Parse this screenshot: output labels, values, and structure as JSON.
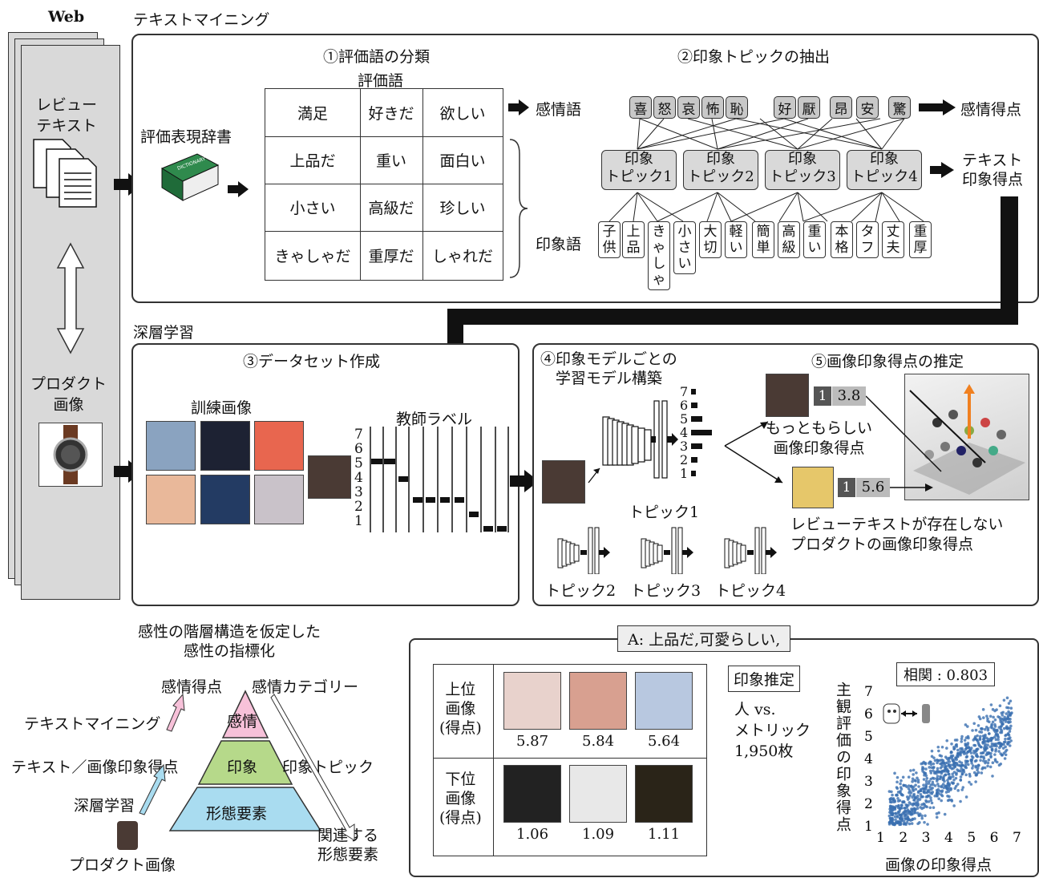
{
  "labels": {
    "web": "Web",
    "text_mining": "テキストマイニング",
    "deep_learning": "深層学習",
    "review_text": "レビュー\nテキスト",
    "product_image": "プロダクト\n画像",
    "dict": "評価表現辞書"
  },
  "step1": {
    "title": "①評価語の分類",
    "sub": "評価語",
    "rows": [
      [
        "満足",
        "好きだ",
        "欲しい"
      ],
      [
        "上品だ",
        "重い",
        "面白い"
      ],
      [
        "小さい",
        "高級だ",
        "珍しい"
      ],
      [
        "きゃしゃだ",
        "重厚だ",
        "しゃれだ"
      ]
    ],
    "emotion_word": "感情語",
    "impression_word": "印象語"
  },
  "step2": {
    "title": "②印象トピックの抽出",
    "emotions": [
      "喜",
      "怒",
      "哀",
      "怖",
      "恥",
      "好",
      "厭",
      "昂",
      "安",
      "驚"
    ],
    "topics": [
      "印象\nトピック1",
      "印象\nトピック2",
      "印象\nトピック3",
      "印象\nトピック4"
    ],
    "words": [
      "子供",
      "上品",
      "きゃしゃ",
      "小さい",
      "大切",
      "軽い",
      "簡単",
      "高級",
      "重い",
      "本格",
      "タフ",
      "丈夫",
      "重厚"
    ],
    "emotion_score": "感情得点",
    "text_score": "テキスト\n印象得点"
  },
  "step3": {
    "title": "③データセット作成",
    "train": "訓練画像",
    "teacher": "教師ラベル",
    "y_ticks": [
      "7",
      "6",
      "5",
      "4",
      "3",
      "2",
      "1"
    ]
  },
  "step4": {
    "title": "④印象モデルごとの\n学習モデル構築",
    "topic1": "トピック1",
    "topic2": "トピック2",
    "topic3": "トピック3",
    "topic4": "トピック4",
    "ticks": [
      "7",
      "6",
      "5",
      "4",
      "3",
      "2",
      "1"
    ]
  },
  "step5": {
    "title": "⑤画像印象得点の推定",
    "pred1_box": "1",
    "pred1_val": "3.8",
    "pred1_caption": "もっともらしい\n画像印象得点",
    "pred2_box": "1",
    "pred2_val": "5.6",
    "pred2_caption": "レビューテキストが存在しない\nプロダクトの画像印象得点"
  },
  "pyramid": {
    "title": "感性の階層構造を仮定した\n感性の指標化",
    "levels": [
      "感情",
      "印象",
      "形態要素"
    ],
    "left": [
      "感情得点",
      "テキストマイニング",
      "テキスト／画像印象得点",
      "深層学習",
      "プロダクト画像"
    ],
    "right": [
      "感情カテゴリー",
      "印象トピック",
      "関連する\n形態要素"
    ],
    "colors": {
      "top": "#f7c1d9",
      "mid": "#b6d98a",
      "bot": "#a9dcf0"
    }
  },
  "result": {
    "header": "A: 上品だ,可愛らしい,",
    "top_label": "上位\n画像\n(得点)",
    "bottom_label": "下位\n画像\n(得点)",
    "top_scores": [
      "5.87",
      "5.84",
      "5.64"
    ],
    "bottom_scores": [
      "1.06",
      "1.09",
      "1.11"
    ],
    "estimate": "印象推定",
    "method": "人 vs.\nメトリック\n1,950枚"
  },
  "chart_data": {
    "type": "scatter",
    "title": "相関 : 0.803",
    "xlabel": "画像の印象得点",
    "ylabel": "主観評価の印象得点",
    "xlim": [
      1,
      7
    ],
    "ylim": [
      1,
      7
    ],
    "x_ticks": [
      "1",
      "2",
      "3",
      "4",
      "5",
      "6",
      "7"
    ],
    "y_ticks": [
      "1",
      "2",
      "3",
      "4",
      "5",
      "6",
      "7"
    ],
    "correlation": 0.803,
    "n_points": 1950,
    "color": "#3a6fb0"
  }
}
